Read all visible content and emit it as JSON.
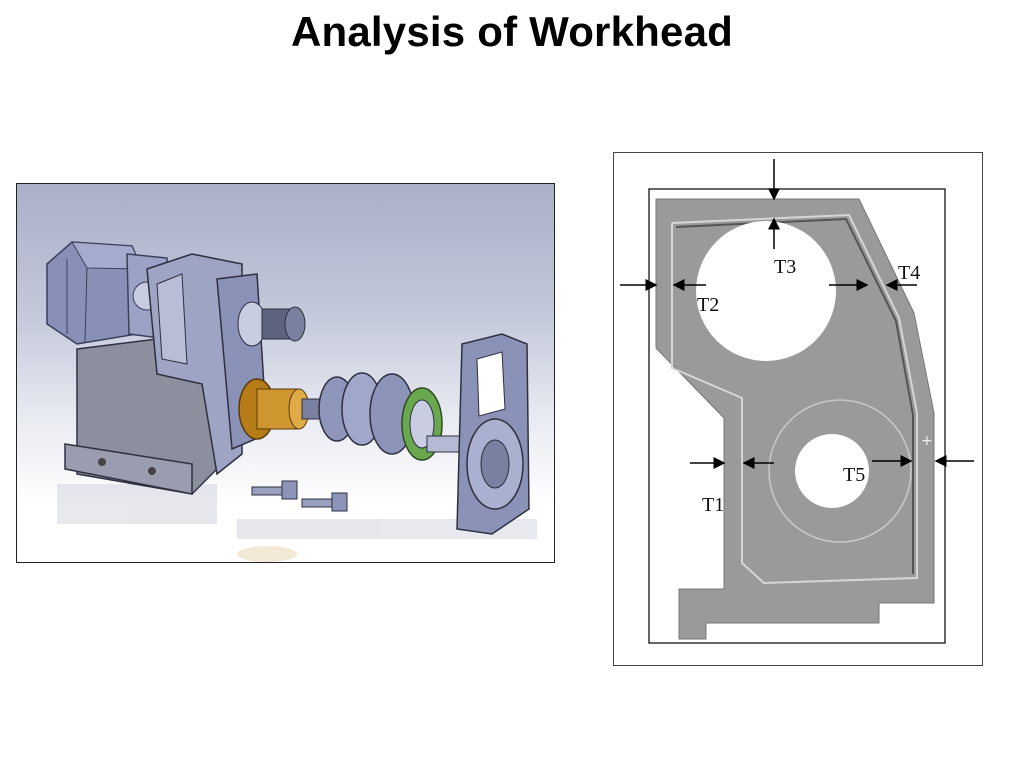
{
  "slide": {
    "title": "Analysis of Workhead"
  },
  "section": {
    "labels": {
      "t1": "T1",
      "t2": "T2",
      "t3": "T3",
      "t4": "T4",
      "t5": "T5"
    }
  },
  "colors": {
    "housing_grey": "#9a9a9a",
    "part_blue": "#8f97bf",
    "bronze": "#c48a22",
    "green_ring": "#6aa84f"
  }
}
